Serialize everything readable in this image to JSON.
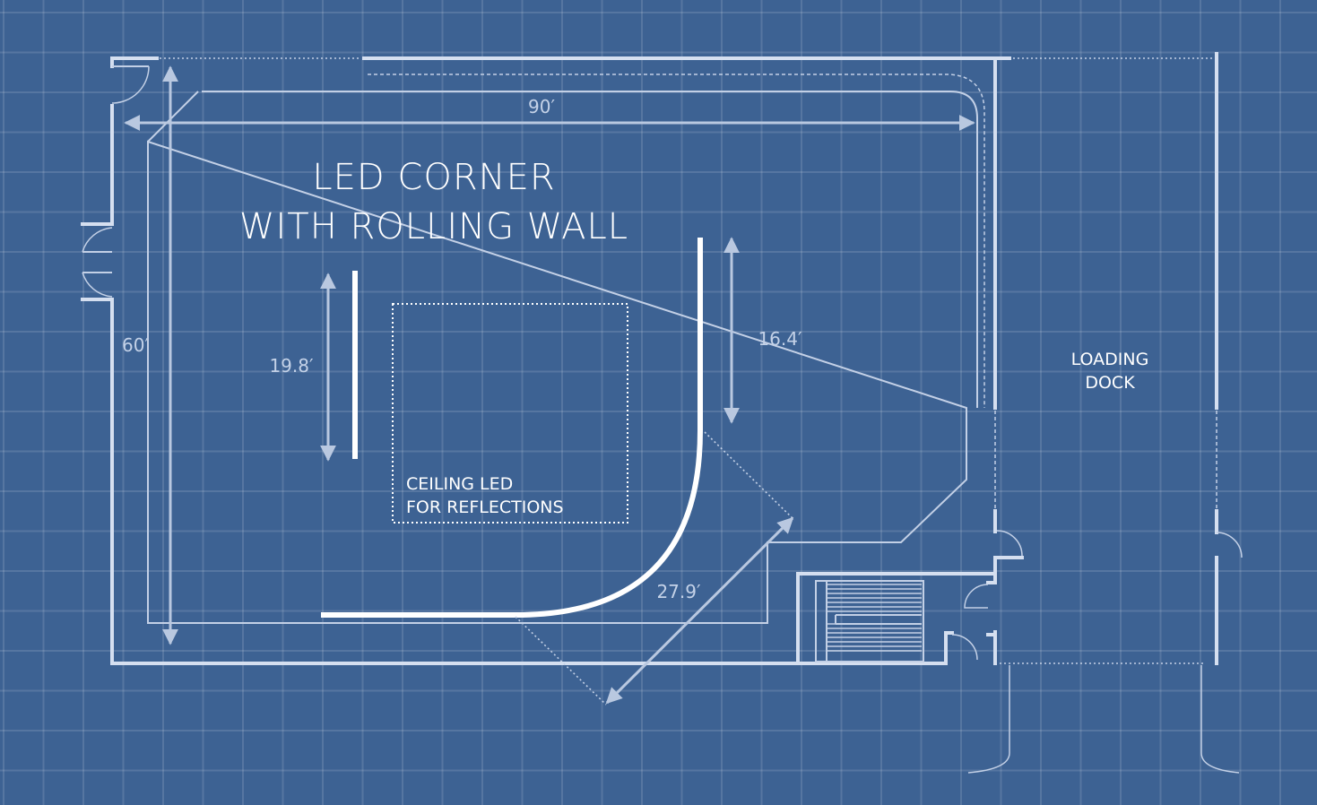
{
  "title": {
    "line1": "LED CORNER",
    "line2": "WITH ROLLING WALL"
  },
  "dimensions": {
    "width": "90′",
    "depth": "60′",
    "left_wall": "19.8′",
    "right_wall": "16.4′",
    "curve_diagonal": "27.9′"
  },
  "ceiling_led": {
    "line1": "CEILING LED",
    "line2": "FOR REFLECTIONS"
  },
  "loading_dock": {
    "line1": "LOADING",
    "line2": "DOCK"
  },
  "colors": {
    "background": "#3d6293",
    "grid": "#6f8fba",
    "wall": "#d5dff0",
    "led": "#ffffff"
  }
}
